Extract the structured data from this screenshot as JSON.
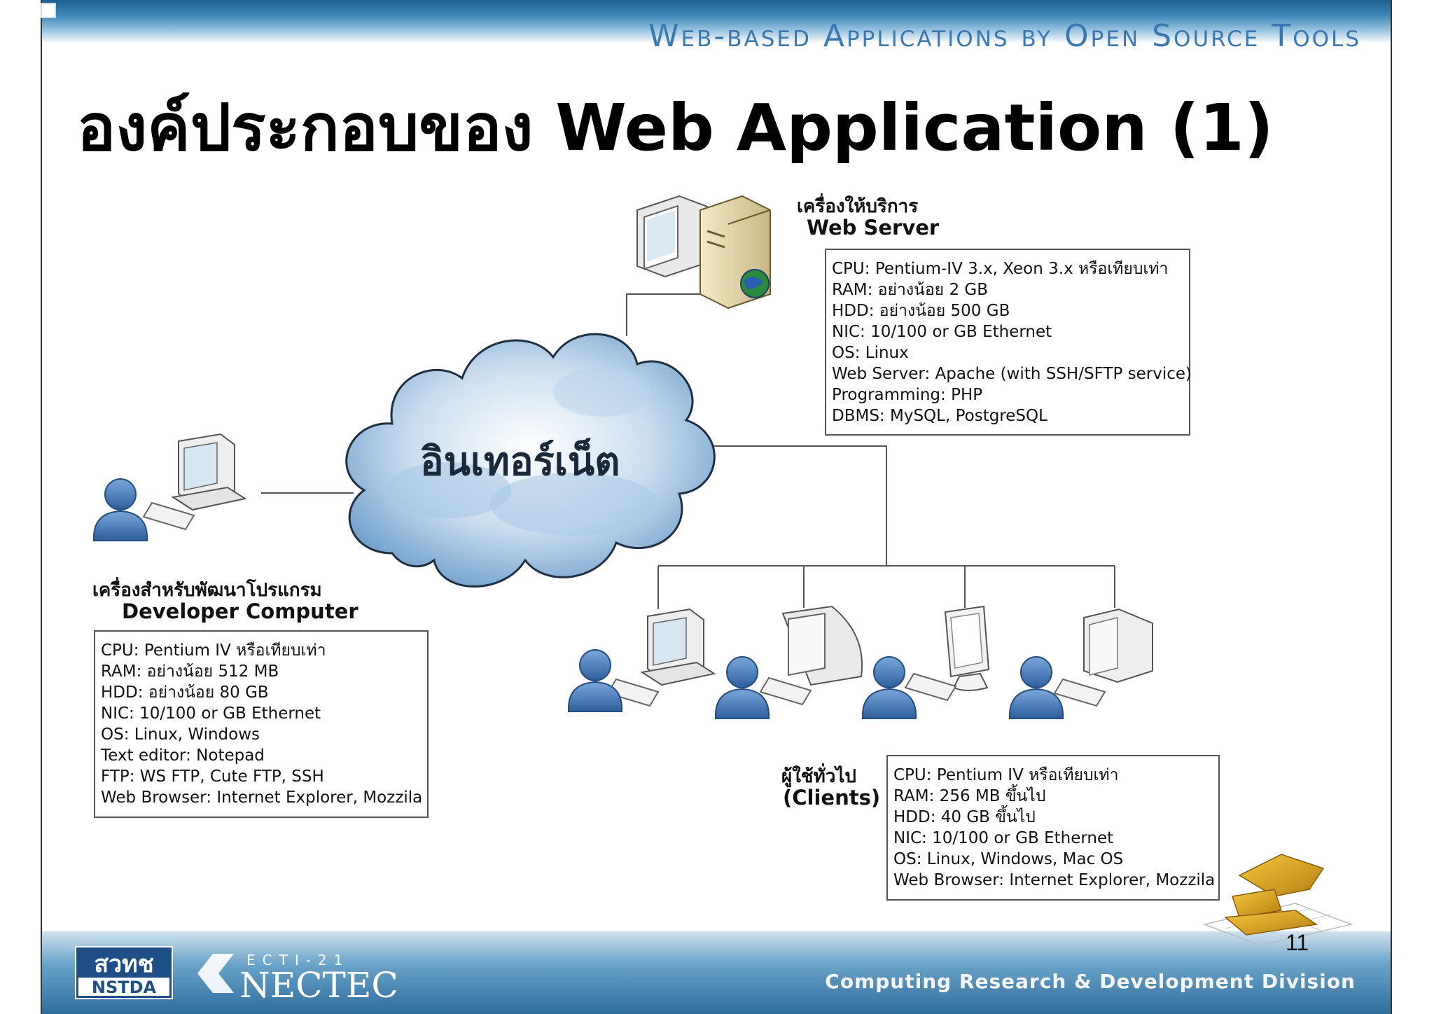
{
  "header": {
    "series_title": "Web-based Applications by Open Source Tools"
  },
  "slide": {
    "title": "องค์ประกอบของ Web Application (1)",
    "page_number": "11"
  },
  "cloud": {
    "label": "อินเทอร์เน็ต"
  },
  "server": {
    "label_th": "เครื่องให้บริการ",
    "label_en": "Web Server",
    "specs": [
      "CPU: Pentium-IV 3.x, Xeon 3.x หรือเทียบเท่า",
      "RAM: อย่างน้อย 2 GB",
      "HDD: อย่างน้อย 500 GB",
      "NIC: 10/100 or GB Ethernet",
      "OS: Linux",
      "Web Server: Apache (with SSH/SFTP service)",
      "Programming: PHP",
      "DBMS: MySQL, PostgreSQL"
    ]
  },
  "developer": {
    "label_th": "เครื่องสำหรับพัฒนาโปรแกรม",
    "label_en": "Developer Computer",
    "specs": [
      "CPU: Pentium IV หรือเทียบเท่า",
      "RAM: อย่างน้อย 512 MB",
      "HDD: อย่างน้อย 80 GB",
      "NIC: 10/100 or GB Ethernet",
      "OS: Linux, Windows",
      "Text editor: Notepad",
      "FTP: WS FTP, Cute FTP, SSH",
      "Web Browser: Internet Explorer, Mozzila"
    ]
  },
  "clients": {
    "label_th": "ผู้ใช้ทั่วไป",
    "label_en": "(Clients)",
    "specs": [
      "CPU: Pentium IV หรือเทียบเท่า",
      "RAM: 256 MB ขึ้นไป",
      "HDD: 40 GB ขึ้นไป",
      "NIC: 10/100 or GB Ethernet",
      "OS: Linux, Windows, Mac OS",
      "Web Browser: Internet Explorer, Mozzila"
    ]
  },
  "footer": {
    "division": "Computing Research & Development Division",
    "logo_left_top": "สวทช",
    "logo_left_bottom": "NSTDA",
    "logo_nectec_small": "ECTI-21",
    "logo_nectec": "NECTEC"
  },
  "colors": {
    "accent": "#3b78b0",
    "cloud": "#9cc2e2",
    "person": "#3d74b4",
    "logo_gold": "#d4a019"
  }
}
